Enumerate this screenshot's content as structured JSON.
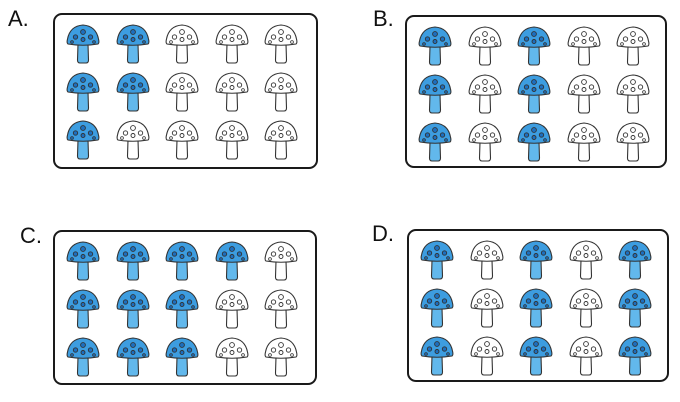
{
  "options": [
    {
      "id": "a",
      "label": "A.",
      "grid": [
        [
          1,
          1,
          0,
          0,
          0
        ],
        [
          1,
          1,
          0,
          0,
          0
        ],
        [
          1,
          0,
          0,
          0,
          0
        ]
      ]
    },
    {
      "id": "b",
      "label": "B.",
      "grid": [
        [
          1,
          0,
          1,
          0,
          0
        ],
        [
          1,
          0,
          1,
          0,
          0
        ],
        [
          1,
          0,
          1,
          0,
          0
        ]
      ]
    },
    {
      "id": "c",
      "label": "C.",
      "grid": [
        [
          1,
          1,
          1,
          1,
          0
        ],
        [
          1,
          1,
          1,
          0,
          0
        ],
        [
          1,
          1,
          1,
          0,
          0
        ]
      ]
    },
    {
      "id": "d",
      "label": "D.",
      "grid": [
        [
          1,
          0,
          1,
          0,
          1
        ],
        [
          1,
          0,
          1,
          0,
          1
        ],
        [
          1,
          0,
          1,
          0,
          1
        ]
      ]
    }
  ],
  "colors": {
    "filled_cap": "#3d9de0",
    "filled_stem": "#62b8ec",
    "filled_spot": "#1d6fbf",
    "outline": "#333333",
    "empty_fill": "#ffffff"
  },
  "icon": "mushroom-icon"
}
